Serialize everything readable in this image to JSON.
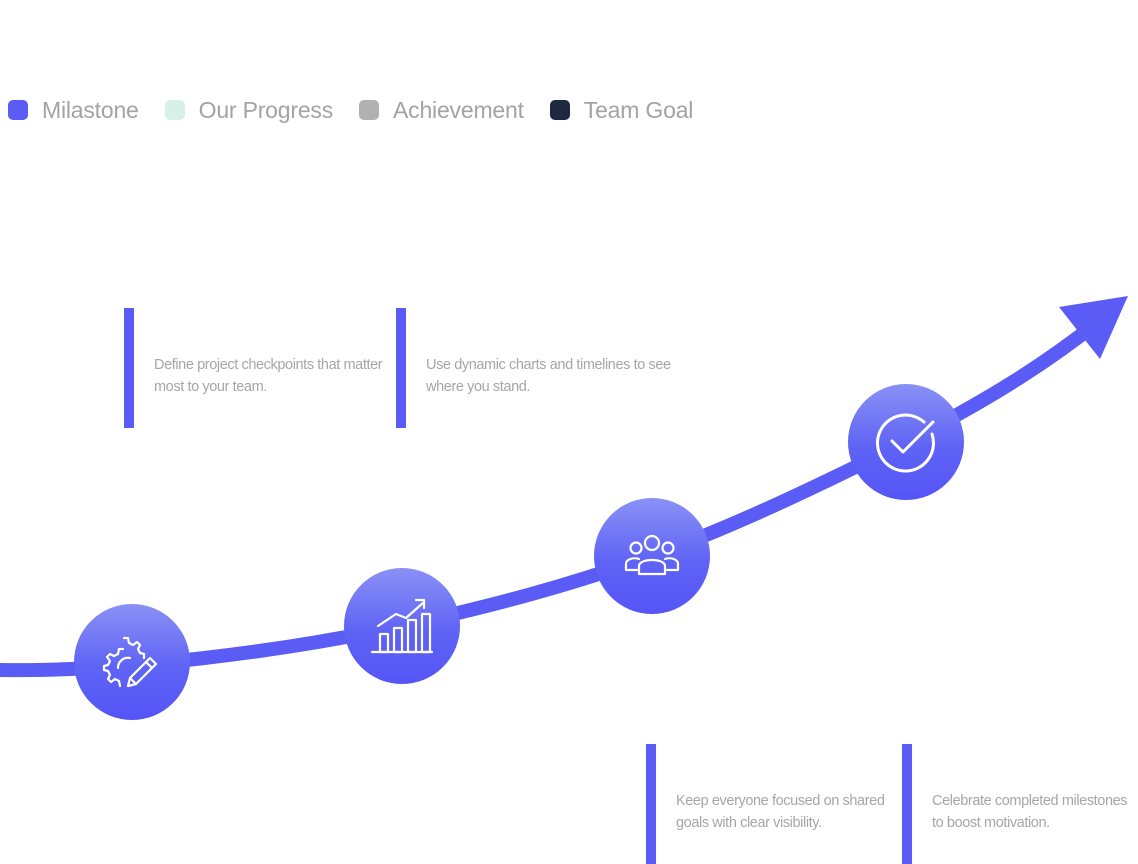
{
  "legend": [
    {
      "label": "Milastone",
      "color": "#5b5bf6"
    },
    {
      "label": "Our Progress",
      "color": "#d6f1e8"
    },
    {
      "label": "Achievement",
      "color": "#b1b1b1"
    },
    {
      "label": "Team Goal",
      "color": "#1f2840"
    }
  ],
  "colors": {
    "accent": "#5b5bf6",
    "text_muted": "#a6a6a6"
  },
  "milestones": [
    {
      "icon": "gear-pencil-icon",
      "text": "Define project checkpoints that matter most to your team."
    },
    {
      "icon": "bar-chart-growth-icon",
      "text": "Use dynamic charts and timelines to see where you stand."
    },
    {
      "icon": "team-group-icon",
      "text": "Keep everyone focused on shared goals with clear visibility."
    },
    {
      "icon": "check-circle-icon",
      "text": "Celebrate completed milestones to boost motivation."
    }
  ]
}
